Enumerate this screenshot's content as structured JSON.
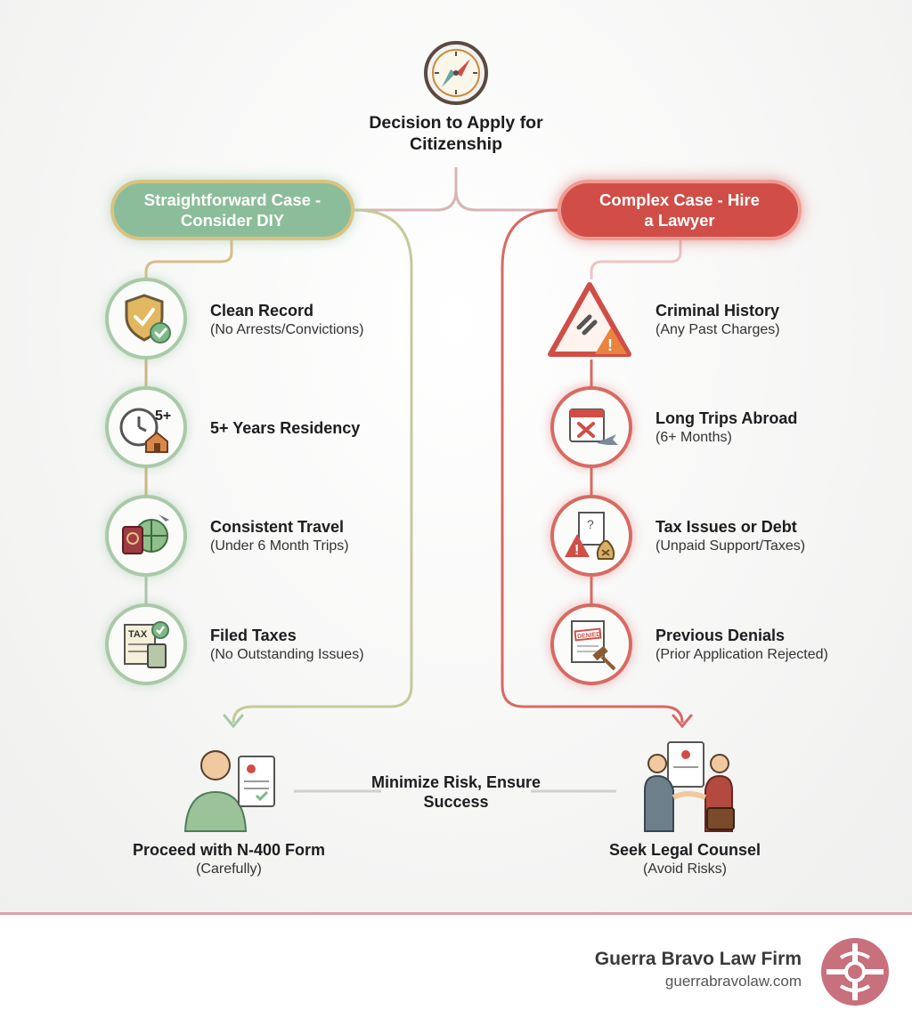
{
  "root": {
    "title": "Decision to Apply for Citizenship",
    "icon": "compass-icon"
  },
  "left_branch": {
    "label": "Straightforward Case - Consider DIY",
    "color": "#8cbd9a",
    "items": [
      {
        "title": "Clean Record",
        "subtitle": "(No Arrests/Convictions)",
        "icon": "shield-check-icon"
      },
      {
        "title": "5+ Years Residency",
        "subtitle": "",
        "icon": "clock-house-icon",
        "icon_text": "5+"
      },
      {
        "title": "Consistent Travel",
        "subtitle": "(Under 6 Month Trips)",
        "icon": "passport-globe-icon"
      },
      {
        "title": "Filed Taxes",
        "subtitle": "(No Outstanding Issues)",
        "icon": "tax-calculator-icon",
        "icon_text": "TAX"
      }
    ],
    "outcome": {
      "title": "Proceed with N-400 Form",
      "subtitle": "(Carefully)",
      "icon": "person-with-form-icon"
    }
  },
  "right_branch": {
    "label": "Complex Case - Hire a Lawyer",
    "color": "#d04e47",
    "items": [
      {
        "title": "Criminal History",
        "subtitle": "(Any Past Charges)",
        "icon": "warning-chain-icon"
      },
      {
        "title": "Long Trips Abroad",
        "subtitle": "(6+ Months)",
        "icon": "calendar-plane-icon"
      },
      {
        "title": "Tax Issues or Debt",
        "subtitle": "(Unpaid Support/Taxes)",
        "icon": "document-warning-moneybag-icon"
      },
      {
        "title": "Previous Denials",
        "subtitle": "(Prior Application Rejected)",
        "icon": "denied-document-gavel-icon",
        "icon_text": "DENIED"
      }
    ],
    "outcome": {
      "title": "Seek Legal Counsel",
      "subtitle": "(Avoid Risks)",
      "icon": "handshake-lawyer-icon"
    }
  },
  "connector_note": "Minimize Risk, Ensure Success",
  "footer": {
    "firm": "Guerra Bravo Law Firm",
    "url": "guerrabravolaw.com",
    "logo": "firm-logo-icon"
  }
}
